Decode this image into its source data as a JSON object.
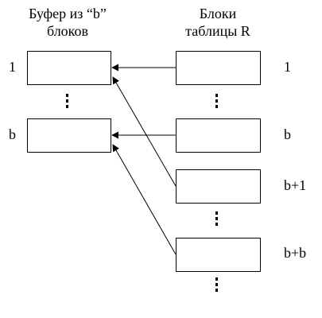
{
  "buffer": {
    "title_line1": "Буфер из “b”",
    "title_line2": "блоков",
    "labels": [
      "1",
      "b"
    ]
  },
  "table": {
    "title_line1": "Блоки",
    "title_line2": "таблицы R",
    "labels": [
      "1",
      "b",
      "b+1",
      "b+b"
    ]
  }
}
